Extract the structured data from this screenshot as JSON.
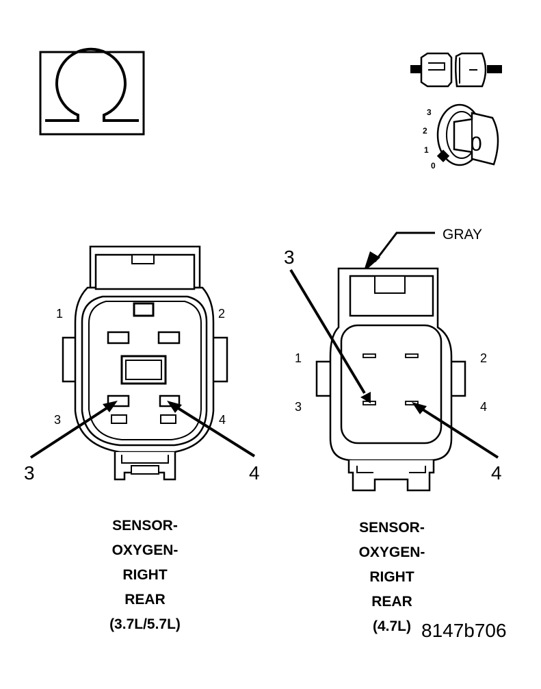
{
  "ohm_symbol": "Ω",
  "key_switch": {
    "positions": [
      "3",
      "2",
      "1",
      "0"
    ],
    "key_label": "0"
  },
  "gray_label": "GRAY",
  "connector_left": {
    "cavity_labels": [
      "1",
      "2",
      "3",
      "4"
    ],
    "callouts": [
      "3",
      "4"
    ],
    "caption": [
      "SENSOR-",
      "OXYGEN-",
      "RIGHT",
      "REAR",
      "(3.7L/5.7L)"
    ]
  },
  "connector_right": {
    "cavity_labels": [
      "1",
      "2",
      "3",
      "4"
    ],
    "callouts": [
      "3",
      "4"
    ],
    "caption": [
      "SENSOR-",
      "OXYGEN-",
      "RIGHT",
      "REAR",
      "(4.7L)"
    ]
  },
  "figure_code": "8147b706"
}
